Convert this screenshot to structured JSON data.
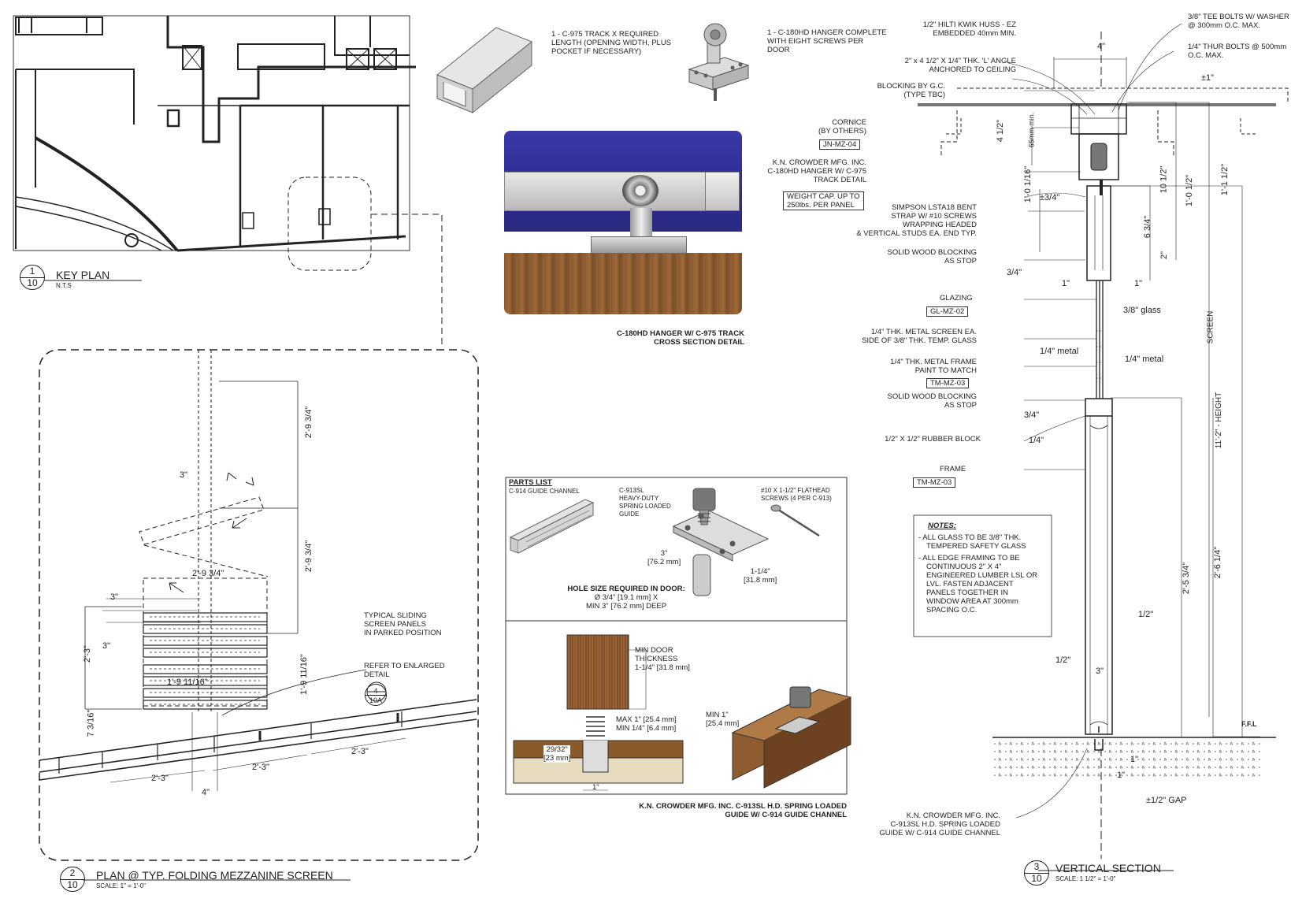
{
  "keyplan": {
    "title": "KEY PLAN",
    "detail_num": "1",
    "sheet_num": "10",
    "scale": "N.T.S"
  },
  "plan": {
    "title": "PLAN @ TYP. FOLDING MEZZANINE SCREEN",
    "detail_num": "2",
    "sheet_num": "10",
    "scale": "SCALE: 1\" = 1'-0\"",
    "note_panels": [
      "TYPICAL SLIDING",
      "SCREEN PANELS",
      "IN PARKED POSITION"
    ],
    "note_refer": [
      "REFER TO ENLARGED",
      "DETAIL"
    ],
    "refer_tag": {
      "num": "4",
      "sheet": "10A"
    },
    "dims": {
      "d1": "2'-9 3/4\"",
      "d2": "2'-9 3/4\"",
      "d3": "2'-9 3/4\"",
      "d4": "3\"",
      "d5": "3\"",
      "d6": "3\"",
      "d7": "2'-3\"",
      "d8": "1'-9 11/16\"",
      "d9": "1'-9 11/16\"",
      "d10": "7 3/16\"",
      "d11": "2'-3\"",
      "d12": "2'-3\"",
      "d13": "2'-3\"",
      "d14": "4\""
    }
  },
  "hanger": {
    "track_text": [
      "1 - C-975 TRACK X REQUIRED",
      "LENGTH (OPENING WIDTH, PLUS",
      "POCKET IF NECESSARY)"
    ],
    "hanger_text": [
      "1 - C-180HD HANGER COMPLETE",
      "WITH EIGHT SCREWS PER",
      "DOOR"
    ],
    "caption": [
      "C-180HD HANGER W/ C-975 TRACK",
      "CROSS SECTION DETAIL"
    ]
  },
  "guide": {
    "parts_list": "PARTS LIST",
    "channel": "C-914 GUIDE CHANNEL",
    "spring": [
      "C-913SL",
      "HEAVY-DUTY",
      "SPRING LOADED",
      "GUIDE"
    ],
    "screws": [
      "#10 X 1-1/2\" FLATHEAD",
      "SCREWS (4 PER C-913)"
    ],
    "dim3": [
      "3\"",
      "[76.2 mm]"
    ],
    "dim114": [
      "1-1/4\"",
      "[31.8 mm]"
    ],
    "hole": [
      "HOLE SIZE REQUIRED IN DOOR:",
      "Ø 3/4\" [19.1 mm] X",
      "MIN 3\" [76.2 mm] DEEP"
    ],
    "min_door": [
      "MIN DOOR",
      "THICKNESS",
      "1-1/4\" [31.8 mm]"
    ],
    "max_min": [
      "MAX 1\" [25.4 mm]",
      "MIN 1/4\" [6.4 mm]"
    ],
    "dim2932": [
      "29/32\"",
      "[23 mm]"
    ],
    "dim1": "1\"",
    "min1": [
      "MIN 1\"",
      "[25.4 mm]"
    ],
    "caption": [
      "K.N. CROWDER MFG. INC. C-913SL H.D. SPRING LOADED",
      "GUIDE W/ C-914 GUIDE CHANNEL"
    ]
  },
  "section": {
    "title": "VERTICAL SECTION",
    "detail_num": "3",
    "sheet_num": "10",
    "scale": "SCALE: 1 1/2\" = 1'-0\"",
    "labels_left": {
      "hilti": [
        "1/2\" HILTI KWIK HUSS - EZ",
        "EMBEDDED 40mm MIN."
      ],
      "angle": [
        "2\" x 4 1/2\" X 1/4\" THK. 'L' ANGLE",
        "ANCHORED TO CEILING"
      ],
      "blocking": [
        "BLOCKING BY G.C.",
        "(TYPE TBC)"
      ],
      "cornice": [
        "CORNICE",
        "(BY OTHERS)"
      ],
      "cornice_tag": "JN-MZ-04",
      "crowder": [
        "K.N. CROWDER MFG. INC.",
        "C-180HD HANGER W/ C-975",
        "TRACK DETAIL"
      ],
      "weight": [
        "WEIGHT CAP. UP TO",
        "250lbs. PER PANEL"
      ],
      "simpson": [
        "SIMPSON LSTA18 BENT",
        "STRAP W/ #10 SCREWS",
        "WRAPPING HEADED",
        "& VERTICAL STUDS EA. END  TYP."
      ],
      "solid1": [
        "SOLID WOOD BLOCKING",
        "AS STOP"
      ],
      "glazing": "GLAZING",
      "glazing_tag": "GL-MZ-02",
      "metal_screen": [
        "1/4\" THK. METAL SCREEN EA.",
        "SIDE OF 3/8\" THK. TEMP. GLASS"
      ],
      "metal_frame": [
        "1/4\" THK. METAL FRAME",
        "PAINT TO MATCH"
      ],
      "frame_tag1": "TM-MZ-03",
      "solid2": [
        "SOLID WOOD BLOCKING",
        "AS STOP"
      ],
      "rubber": "1/2\" X 1/2\" RUBBER BLOCK",
      "frame": "FRAME",
      "frame_tag2": "TM-MZ-03",
      "crowder2": [
        "K.N. CROWDER MFG. INC.",
        "C-913SL H.D. SPRING LOADED",
        "GUIDE W/ C-914 GUIDE CHANNEL"
      ]
    },
    "labels_right": {
      "tee": [
        "3/8\" TEE BOLTS W/ WASHER",
        "@ 300mm O.C. MAX."
      ],
      "thur": [
        "1/4\" THUR BOLTS @ 500mm",
        "O.C. MAX."
      ]
    },
    "dims": {
      "w4": "4\"",
      "pm1": "±1\"",
      "d412": "4 1/2\"",
      "d65": "65mm min.",
      "d1016": "1'-0 1/16\"",
      "pm34": "±3/4\"",
      "d1012": "10 1/2\"",
      "d1012b": "1'-0 1/2\"",
      "d1112": "1'-1 1/2\"",
      "d634": "6 3/4\"",
      "d2": "2\"",
      "d34a": "3/4\"",
      "d1a": "1\"",
      "d1b": "1\"",
      "glass": "3/8\" glass",
      "metal_l": "1/4\" metal",
      "metal_r": "1/4\" metal",
      "d34b": "3/4\"",
      "d14": "1/4\"",
      "screen": "SCREEN",
      "height": "11'-2\" - HEIGHT",
      "d2534": "2'-5 3/4\"",
      "d2614": "2'-6 1/4\"",
      "d12a": "1/2\"",
      "d12b": "1/2\"",
      "d3": "3\"",
      "ffl": "F.F.L",
      "d1c": "1\"",
      "d1d": "1\"",
      "gap": "±1/2\" GAP"
    },
    "notes": {
      "heading": "NOTES:",
      "items": [
        [
          "ALL GLASS TO BE 3/8\" THK.",
          "TEMPERED SAFETY GLASS"
        ],
        [
          "ALL EDGE FRAMING TO BE",
          "CONTINUOUS 2\" X 4\"",
          "ENGINEERED LUMBER LSL OR",
          "LVL. FASTEN ADJACENT",
          "PANELS TOGETHER IN",
          "WINDOW AREA AT 300mm",
          "SPACING O.C."
        ]
      ]
    }
  }
}
